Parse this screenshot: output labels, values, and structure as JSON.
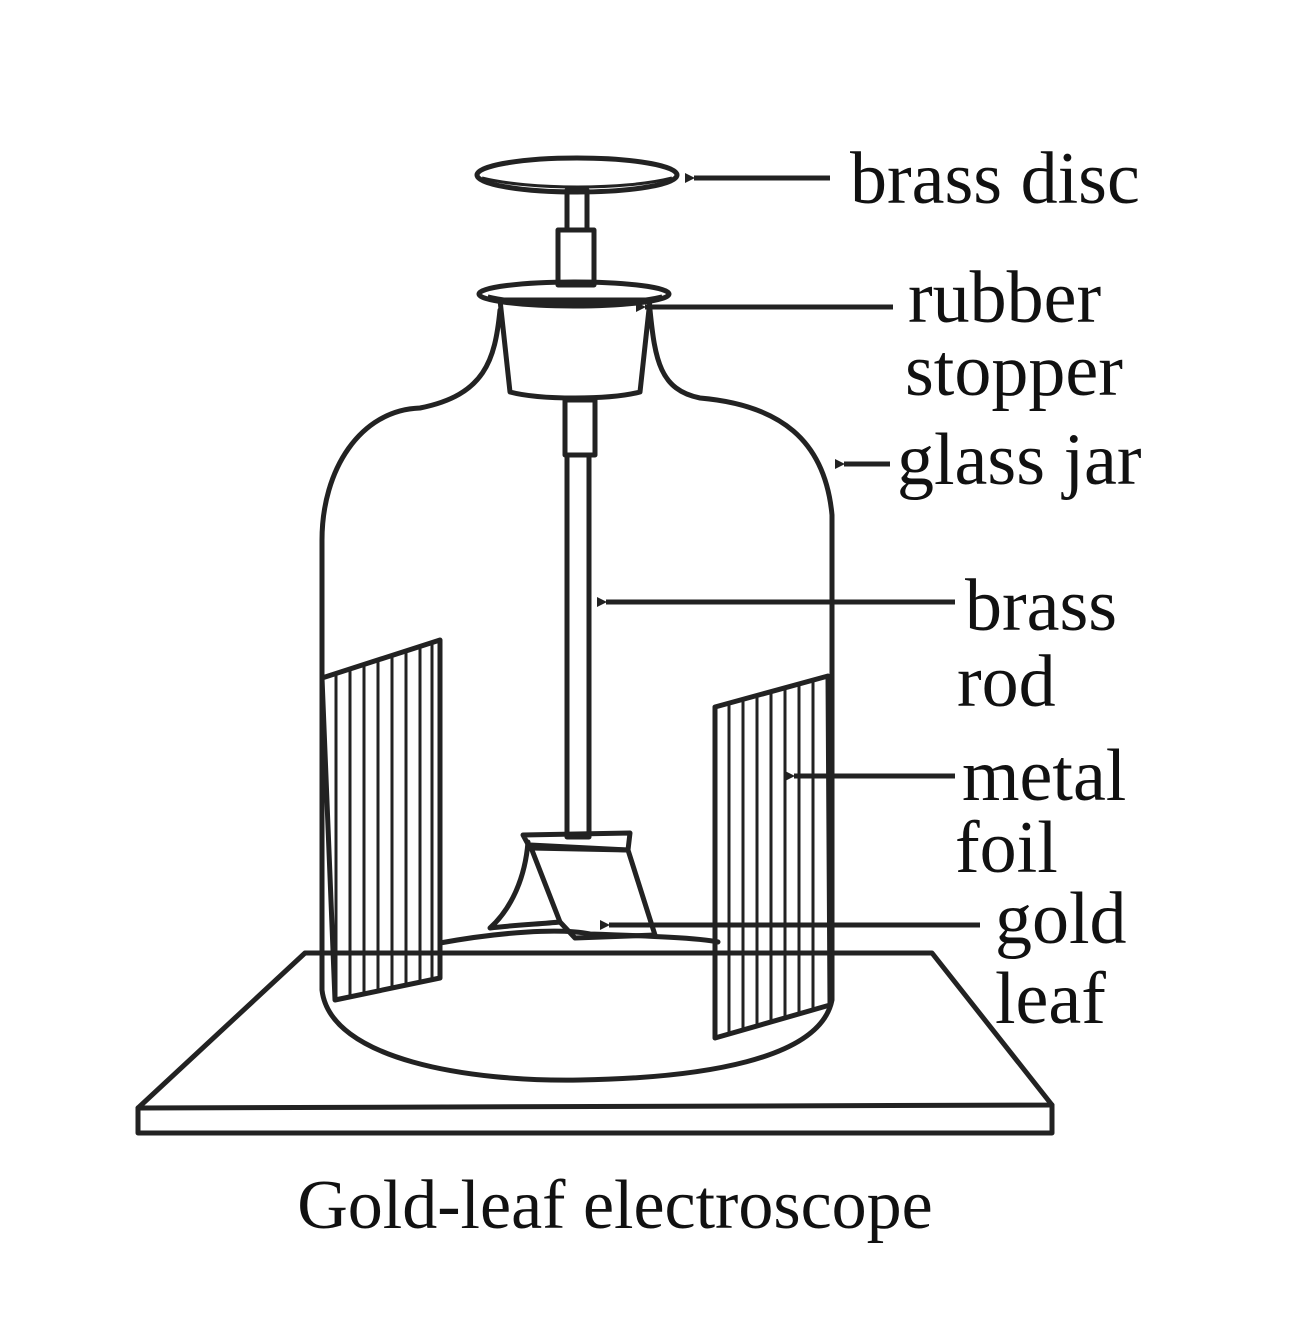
{
  "diagram": {
    "caption": "Gold-leaf electroscope",
    "labels": {
      "brass_disc": "brass disc",
      "rubber_stopper_1": "rubber",
      "rubber_stopper_2": "stopper",
      "glass_jar": "glass jar",
      "brass_rod_1": "brass",
      "brass_rod_2": "rod",
      "metal_foil_1": "metal",
      "metal_foil_2": "foil",
      "gold_leaf_1": "gold",
      "gold_leaf_2": "leaf"
    }
  }
}
